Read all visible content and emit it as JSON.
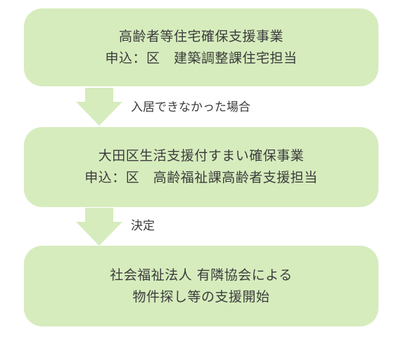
{
  "colors": {
    "box_fill": "#d6ecbd",
    "arrow_fill": "#d6ecbd",
    "text": "#3c3c3c"
  },
  "steps": [
    {
      "line1": "高齢者等住宅確保支援事業",
      "line2": "申込：区　建築調整課住宅担当"
    },
    {
      "line1": "大田区生活支援付すまい確保事業",
      "line2": "申込：区　高齢福祉課高齢者支援担当"
    },
    {
      "line1": "社会福祉法人 有隣協会による",
      "line2": "物件探し等の支援開始"
    }
  ],
  "connectors": [
    {
      "label": "入居できなかった場合",
      "icon": "down-arrow-icon"
    },
    {
      "label": "決定",
      "icon": "down-arrow-icon"
    }
  ]
}
